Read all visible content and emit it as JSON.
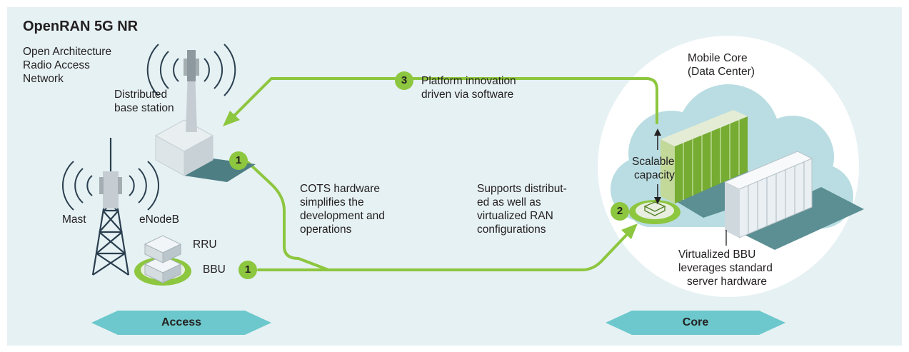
{
  "title": "OpenRAN 5G NR",
  "subtitle": [
    "Open Architecture",
    "Radio Access",
    "Network"
  ],
  "labels": {
    "distributed": [
      "Distributed",
      "base station"
    ],
    "mast": "Mast",
    "enodeb": "eNodeB",
    "rru": "RRU",
    "bbu": "BBU",
    "mobile_core": [
      "Mobile Core",
      "(Data Center)"
    ],
    "scalable": [
      "Scalable",
      "capacity"
    ],
    "virtualized": [
      "Virtualized BBU",
      "leverages standard",
      "server hardware"
    ]
  },
  "callouts": {
    "platform": [
      "Platform innovation",
      "driven via software"
    ],
    "cots": [
      "COTS hardware",
      "simplifies the",
      "development and",
      "operations"
    ],
    "supports": [
      "Supports distribut-",
      "ed as well as",
      "virtualized RAN",
      "configurations"
    ]
  },
  "badges": {
    "b1_top": "1",
    "b1_bottom": "1",
    "b2": "2",
    "b3": "3"
  },
  "banners": {
    "access": "Access",
    "core": "Core"
  },
  "colors": {
    "panel": "#e6f1f3",
    "green": "#8dc63f",
    "teal": "#6cc8cc",
    "cloud": "#b9dde2",
    "shadow": "#5b8f93",
    "tower": "#2a3f4f"
  }
}
